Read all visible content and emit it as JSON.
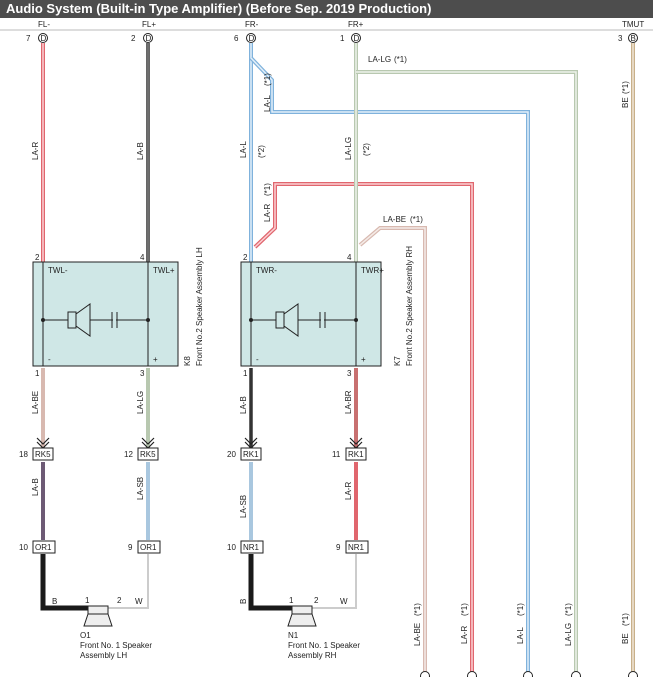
{
  "title": "Audio System (Built-in Type Amplifier) (Before Sep. 2019 Production)",
  "connector_top": {
    "signals": [
      "FL-",
      "FL+",
      "FR-",
      "FR+",
      "TMUT"
    ],
    "pins": [
      "7",
      "2",
      "6",
      "1",
      "3"
    ],
    "letter": "D",
    "letter_b": "B"
  },
  "wires": {
    "la_r": "LA-R",
    "la_b": "LA-B",
    "la_l": "LA-L",
    "la_lg": "LA-LG",
    "la_be": "LA-BE",
    "la_br": "LA-BR",
    "la_sb": "LA-SB",
    "be": "BE",
    "b": "B",
    "w": "W",
    "note1": "(*1)",
    "note2": "(*2)"
  },
  "tweeter_lh": {
    "name": "Front No.2 Speaker Assembly LH",
    "code": "K8",
    "term_neg": "TWL-",
    "term_pos": "TWL+",
    "pin_neg_top": "2",
    "pin_pos_top": "4",
    "pin_neg_bot": "1",
    "pin_pos_bot": "3",
    "minus": "-",
    "plus": "+"
  },
  "tweeter_rh": {
    "name": "Front No.2 Speaker Assembly RH",
    "code": "K7",
    "term_neg": "TWR-",
    "term_pos": "TWR+",
    "pin_neg_top": "2",
    "pin_pos_top": "4",
    "pin_neg_bot": "1",
    "pin_pos_bot": "3",
    "minus": "-",
    "plus": "+"
  },
  "connectors": {
    "rk5_a_pin": "18",
    "rk5_b_pin": "12",
    "rk5": "RK5",
    "rk1_a_pin": "20",
    "rk1_b_pin": "11",
    "rk1": "RK1",
    "or1_a_pin": "10",
    "or1_b_pin": "9",
    "or1": "OR1",
    "nr1_a_pin": "10",
    "nr1_b_pin": "9",
    "nr1": "NR1"
  },
  "speaker_lh": {
    "code": "O1",
    "name_line1": "Front No. 1 Speaker",
    "name_line2": "Assembly LH",
    "pin1": "1",
    "pin2": "2"
  },
  "speaker_rh": {
    "code": "N1",
    "name_line1": "Front No. 1 Speaker",
    "name_line2": "Assembly RH",
    "pin1": "1",
    "pin2": "2"
  },
  "colors": {
    "red": "#e0666e",
    "red_inner": "#c9313c",
    "black": "#1a1a1a",
    "blue": "#7fb2dc",
    "lightgreen": "#b8c8b0",
    "beige": "#c8b08a",
    "box": "#cfe7e6"
  }
}
